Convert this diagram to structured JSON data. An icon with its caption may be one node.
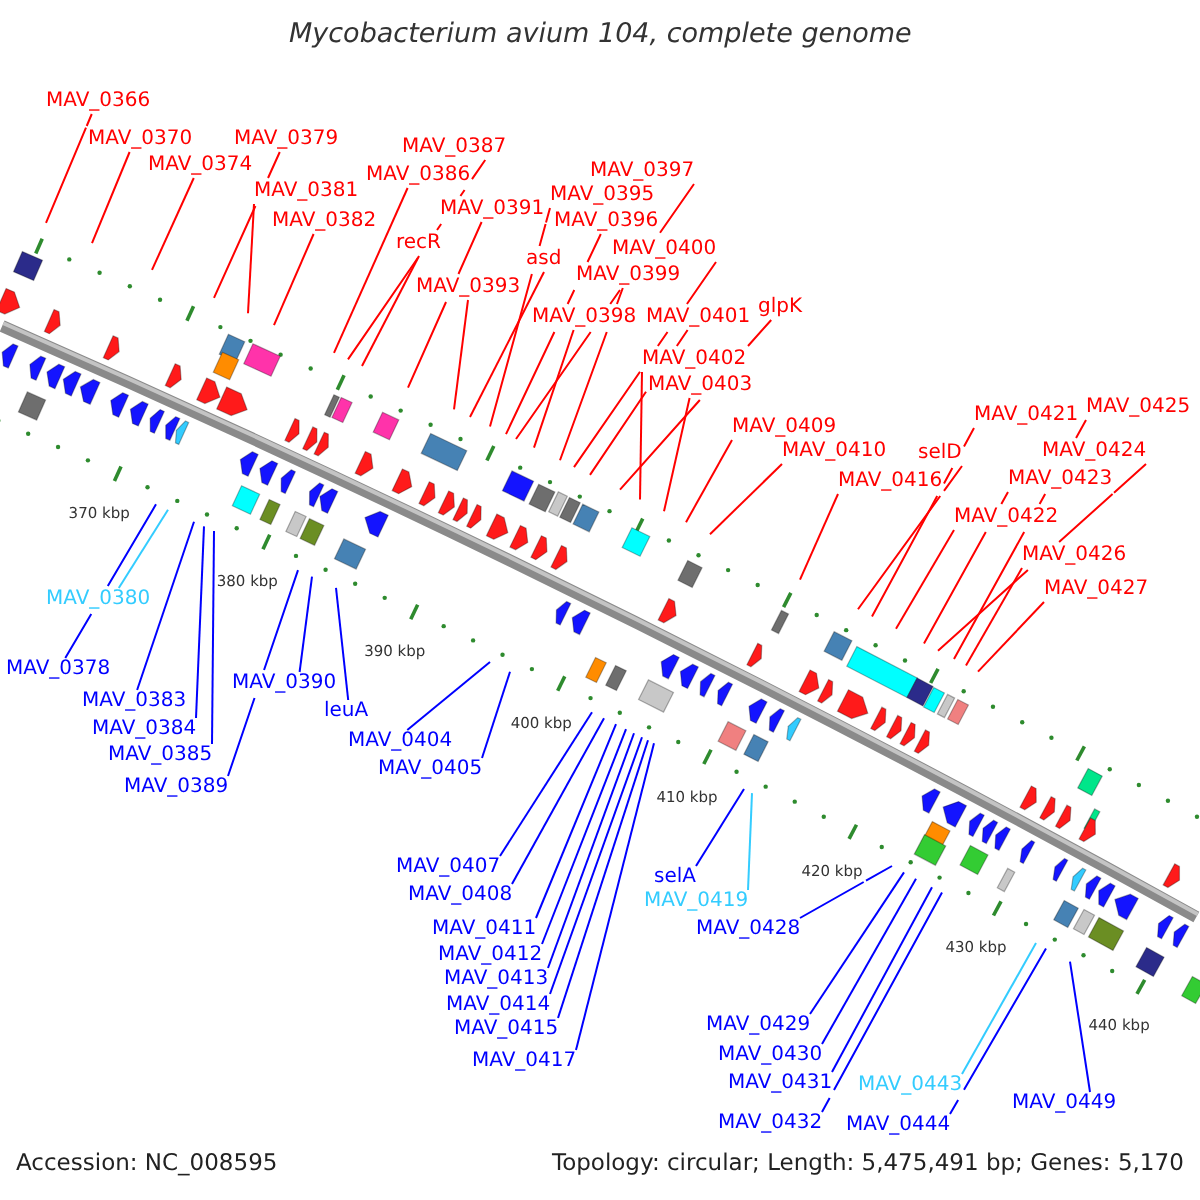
{
  "diagram": {
    "title": "Mycobacterium avium 104, complete genome",
    "nodes": [
      {
        "text": [
          "MAV_0366"
        ]
      },
      {
        "text": [
          "MAV_0370"
        ]
      },
      {
        "text": [
          "MAV_0379"
        ]
      },
      {
        "text": [
          "MAV_0387"
        ]
      },
      {
        "text": [
          "MAV_0374"
        ]
      },
      {
        "text": [
          "MAV_0397"
        ]
      },
      {
        "text": [
          "MAV_0386"
        ]
      },
      {
        "text": [
          "MAV_0381"
        ]
      },
      {
        "text": [
          "MAV_0395"
        ]
      },
      {
        "text": [
          "MAV_0391"
        ]
      },
      {
        "text": [
          "MAV_0382"
        ]
      },
      {
        "text": [
          "MAV_0396"
        ]
      },
      {
        "text": [
          "recR"
        ]
      },
      {
        "text": [
          "MAV_0400"
        ]
      },
      {
        "text": [
          "asd"
        ]
      },
      {
        "text": [
          "MAV_0399"
        ]
      },
      {
        "text": [
          "MAV_0393"
        ]
      },
      {
        "text": [
          "glpK"
        ]
      },
      {
        "text": [
          "MAV_0398"
        ]
      },
      {
        "text": [
          "MAV_0401"
        ]
      },
      {
        "text": [
          "MAV_0402"
        ]
      },
      {
        "text": [
          "MAV_0403"
        ]
      },
      {
        "text": [
          "MAV_0425"
        ]
      },
      {
        "text": [
          "MAV_0421"
        ]
      },
      {
        "text": [
          "MAV_0409"
        ]
      },
      {
        "text": [
          "MAV_0410"
        ]
      },
      {
        "text": [
          "MAV_0424"
        ]
      },
      {
        "text": [
          "selD"
        ]
      },
      {
        "text": [
          "MAV_0423"
        ]
      },
      {
        "text": [
          "MAV_0416"
        ]
      },
      {
        "text": [
          "MAV_0422"
        ]
      },
      {
        "text": [
          "MAV_0426"
        ]
      },
      {
        "text": [
          "MAV_0427"
        ]
      },
      {
        "text": [
          "MAV_0380"
        ]
      },
      {
        "text": [
          "MAV_0378"
        ]
      },
      {
        "text": [
          "MAV_0390"
        ]
      },
      {
        "text": [
          "MAV_0383"
        ]
      },
      {
        "text": [
          "leuA"
        ]
      },
      {
        "text": [
          "MAV_0384"
        ]
      },
      {
        "text": [
          "MAV_0404"
        ]
      },
      {
        "text": [
          "MAV_0385"
        ]
      },
      {
        "text": [
          "MAV_0405"
        ]
      },
      {
        "text": [
          "MAV_0389"
        ]
      },
      {
        "text": [
          "MAV_0407"
        ]
      },
      {
        "text": [
          "selA"
        ]
      },
      {
        "text": [
          "MAV_0408"
        ]
      },
      {
        "text": [
          "MAV_0419"
        ]
      },
      {
        "text": [
          "MAV_0411"
        ]
      },
      {
        "text": [
          "MAV_0428"
        ]
      },
      {
        "text": [
          "MAV_0412"
        ]
      },
      {
        "text": [
          "MAV_0413"
        ]
      },
      {
        "text": [
          "MAV_0414"
        ]
      },
      {
        "text": [
          "MAV_0429"
        ]
      },
      {
        "text": [
          "MAV_0415"
        ]
      },
      {
        "text": [
          "MAV_0430"
        ]
      },
      {
        "text": [
          "MAV_0417"
        ]
      },
      {
        "text": [
          "MAV_0431"
        ]
      },
      {
        "text": [
          "MAV_0443"
        ]
      },
      {
        "text": [
          "MAV_0449"
        ]
      },
      {
        "text": [
          "MAV_0432"
        ]
      },
      {
        "text": [
          "MAV_0444"
        ]
      }
    ],
    "edges": [
      {
        "from": 0,
        "to": null,
        "arrow": "none"
      },
      {
        "from": 1,
        "to": null,
        "arrow": "none"
      },
      {
        "from": 2,
        "to": null,
        "arrow": "none"
      },
      {
        "from": 3,
        "to": null,
        "arrow": "none"
      },
      {
        "from": 4,
        "to": null,
        "arrow": "none"
      },
      {
        "from": 5,
        "to": null,
        "arrow": "none"
      },
      {
        "from": 6,
        "to": null,
        "arrow": "none"
      },
      {
        "from": 7,
        "to": null,
        "arrow": "none"
      },
      {
        "from": 8,
        "to": null,
        "arrow": "none"
      },
      {
        "from": 9,
        "to": null,
        "arrow": "none"
      },
      {
        "from": 10,
        "to": null,
        "arrow": "none"
      },
      {
        "from": 11,
        "to": null,
        "arrow": "none"
      },
      {
        "from": 12,
        "to": null,
        "arrow": "none"
      },
      {
        "from": 13,
        "to": null,
        "arrow": "none"
      },
      {
        "from": 14,
        "to": null,
        "arrow": "none"
      },
      {
        "from": 15,
        "to": null,
        "arrow": "none"
      },
      {
        "from": 16,
        "to": null,
        "arrow": "none"
      },
      {
        "from": 17,
        "to": null,
        "arrow": "none"
      },
      {
        "from": 18,
        "to": null,
        "arrow": "none"
      },
      {
        "from": 19,
        "to": null,
        "arrow": "none"
      },
      {
        "from": 20,
        "to": null,
        "arrow": "none"
      },
      {
        "from": 21,
        "to": null,
        "arrow": "none"
      },
      {
        "from": 22,
        "to": null,
        "arrow": "none"
      },
      {
        "from": 23,
        "to": null,
        "arrow": "none"
      },
      {
        "from": 24,
        "to": null,
        "arrow": "none"
      },
      {
        "from": 25,
        "to": null,
        "arrow": "none"
      },
      {
        "from": 26,
        "to": null,
        "arrow": "none"
      },
      {
        "from": 27,
        "to": null,
        "arrow": "none"
      },
      {
        "from": 28,
        "to": null,
        "arrow": "none"
      },
      {
        "from": 29,
        "to": null,
        "arrow": "none"
      },
      {
        "from": 30,
        "to": null,
        "arrow": "none"
      },
      {
        "from": 31,
        "to": null,
        "arrow": "none"
      },
      {
        "from": 32,
        "to": null,
        "arrow": "none"
      },
      {
        "from": 33,
        "to": null,
        "arrow": "none",
        "color": "#33ccff"
      },
      {
        "from": 34,
        "to": null,
        "arrow": "none",
        "color": "#0000ff"
      },
      {
        "from": 35,
        "to": null,
        "arrow": "none",
        "color": "#0000ff"
      },
      {
        "from": 36,
        "to": null,
        "arrow": "none",
        "color": "#0000ff"
      },
      {
        "from": 37,
        "to": null,
        "arrow": "none",
        "color": "#0000ff"
      },
      {
        "from": 38,
        "to": null,
        "arrow": "none",
        "color": "#0000ff"
      },
      {
        "from": 39,
        "to": null,
        "arrow": "none",
        "color": "#0000ff"
      },
      {
        "from": 40,
        "to": null,
        "arrow": "none",
        "color": "#0000ff"
      },
      {
        "from": 41,
        "to": null,
        "arrow": "none",
        "color": "#0000ff"
      },
      {
        "from": 42,
        "to": null,
        "arrow": "none",
        "color": "#0000ff"
      },
      {
        "from": 43,
        "to": null,
        "arrow": "none",
        "color": "#0000ff"
      },
      {
        "from": 44,
        "to": null,
        "arrow": "none",
        "color": "#0000ff"
      },
      {
        "from": 45,
        "to": null,
        "arrow": "none",
        "color": "#0000ff"
      },
      {
        "from": 46,
        "to": null,
        "arrow": "none",
        "color": "#33ccff"
      },
      {
        "from": 47,
        "to": null,
        "arrow": "none",
        "color": "#0000ff"
      },
      {
        "from": 48,
        "to": null,
        "arrow": "none",
        "color": "#0000ff"
      },
      {
        "from": 49,
        "to": null,
        "arrow": "none",
        "color": "#0000ff"
      },
      {
        "from": 50,
        "to": null,
        "arrow": "none",
        "color": "#0000ff"
      },
      {
        "from": 51,
        "to": null,
        "arrow": "none",
        "color": "#0000ff"
      },
      {
        "from": 52,
        "to": null,
        "arrow": "none",
        "color": "#0000ff"
      },
      {
        "from": 53,
        "to": null,
        "arrow": "none",
        "color": "#0000ff"
      },
      {
        "from": 54,
        "to": null,
        "arrow": "none",
        "color": "#0000ff"
      },
      {
        "from": 55,
        "to": null,
        "arrow": "none",
        "color": "#0000ff"
      },
      {
        "from": 56,
        "to": null,
        "arrow": "none",
        "color": "#0000ff"
      },
      {
        "from": 57,
        "to": null,
        "arrow": "none",
        "color": "#33ccff"
      },
      {
        "from": 58,
        "to": null,
        "arrow": "none",
        "color": "#0000ff"
      },
      {
        "from": 59,
        "to": null,
        "arrow": "none",
        "color": "#0000ff"
      },
      {
        "from": 60,
        "to": null,
        "arrow": "none",
        "color": "#0000ff"
      }
    ],
    "labels": [
      "370 kbp",
      "380 kbp",
      "390 kbp",
      "400 kbp",
      "410 kbp",
      "420 kbp",
      "430 kbp",
      "440 kbp",
      "Accession: NC_008595",
      "Topology: circular; Length: 5,475,491 bp; Genes: 5,170"
    ]
  }
}
